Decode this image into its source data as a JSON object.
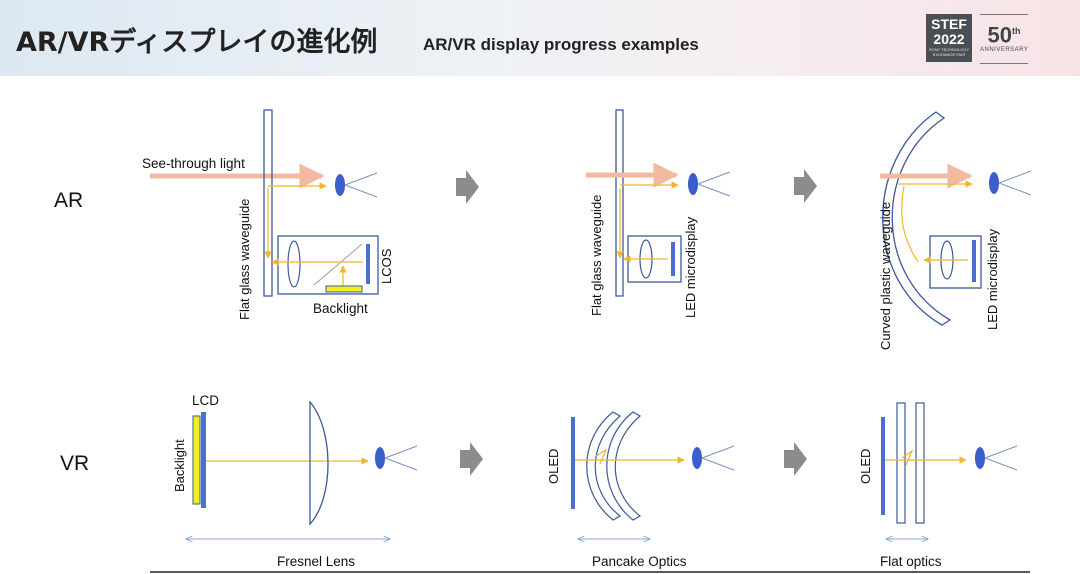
{
  "header": {
    "title_ja": "AR/VRディスプレイの進化例",
    "title_en": "AR/VR display progress examples",
    "logo_stef_line1": "STEF",
    "logo_stef_line2": "2022",
    "logo_stef_small": "SONY TECHNOLOGY EXCHANGE FAIR",
    "logo_50": "50",
    "logo_50_suffix": "th",
    "logo_anniversary": "ANNIVERSARY"
  },
  "rows": {
    "ar_label": "AR",
    "vr_label": "VR"
  },
  "ar": {
    "see_through": "See-through light",
    "flat_waveguide_1": "Flat glass waveguide",
    "lcos": "LCOS",
    "backlight": "Backlight",
    "flat_waveguide_2": "Flat glass waveguide",
    "led_micro_1": "LED microdisplay",
    "curved_waveguide": "Curved plastic waveguide",
    "led_micro_2": "LED microdisplay"
  },
  "vr": {
    "lcd": "LCD",
    "backlight": "Backlight",
    "oled_1": "OLED",
    "oled_2": "OLED",
    "fresnel": "Fresnel Lens",
    "pancake": "Pancake Optics",
    "flat_optics": "Flat optics"
  },
  "colors": {
    "outline": "#3b5a9a",
    "display_blue": "#4a6fd0",
    "light_ray": "#f5b42a",
    "see_through": "#f3b9a0",
    "arrow_gray": "#8c8c8c",
    "backlight_yellow": "#f0f020"
  }
}
